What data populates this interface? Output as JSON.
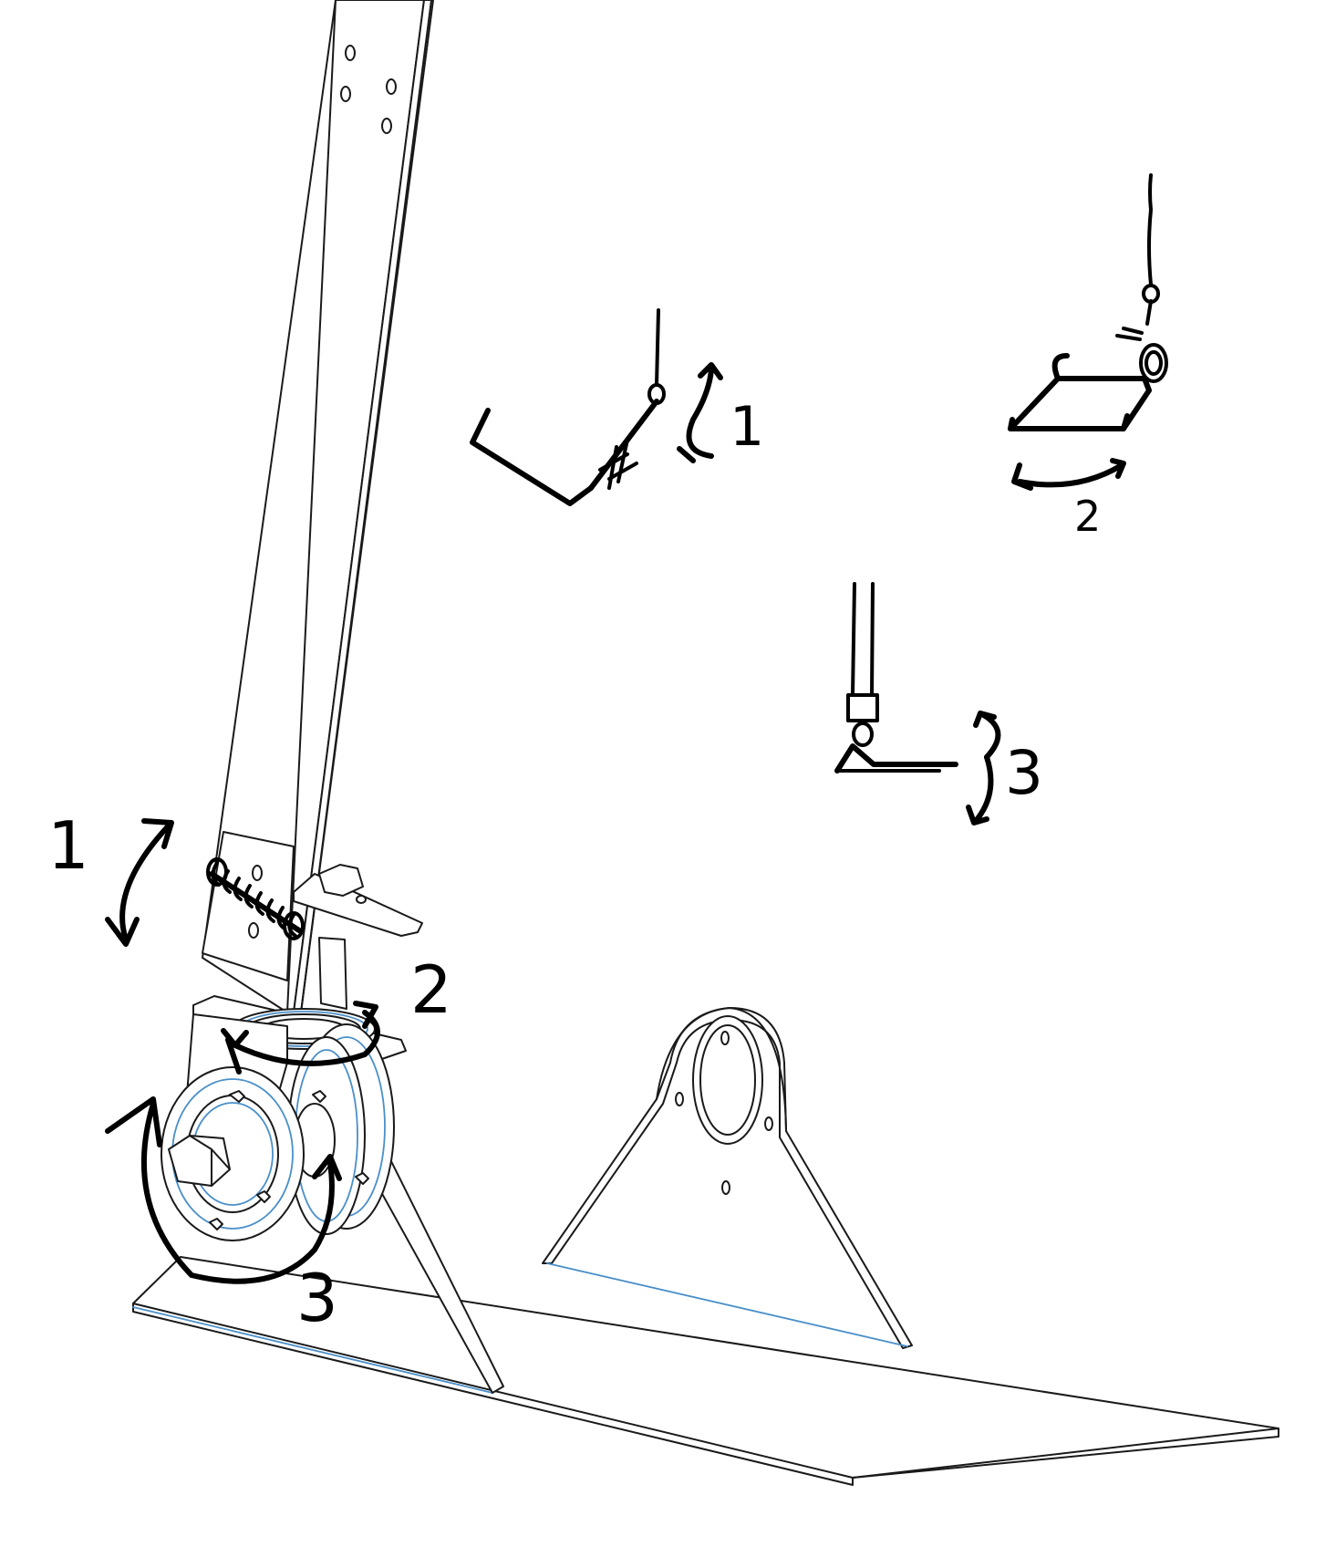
{
  "labels": {
    "fold_hinge": "1",
    "steer_bearing": "2",
    "wheel_pivot": "3",
    "sketch_fold": "1",
    "sketch_steer": "2",
    "sketch_pivot": "3"
  },
  "colors": {
    "line": "#1a1a1a",
    "hidden_edge": "#4a8fc9",
    "ink": "#000000",
    "background": "#ffffff"
  }
}
